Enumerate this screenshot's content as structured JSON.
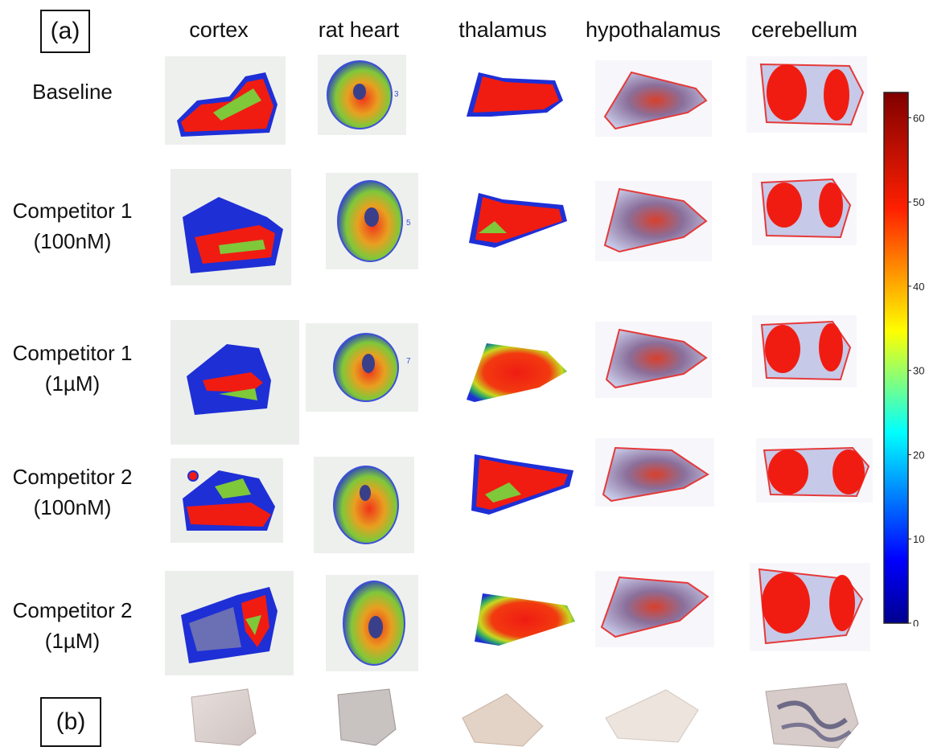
{
  "panel_labels": {
    "a": "(a)",
    "b": "(b)"
  },
  "columns": [
    "cortex",
    "rat heart",
    "thalamus",
    "hypothalamus",
    "cerebellum"
  ],
  "rows": [
    {
      "line1": "Baseline",
      "line2": ""
    },
    {
      "line1": "Competitor 1",
      "line2": "(100nM)"
    },
    {
      "line1": "Competitor 1",
      "line2": "(1µM)"
    },
    {
      "line1": "Competitor 2",
      "line2": "(100nM)"
    },
    {
      "line1": "Competitor 2",
      "line2": "(1µM)"
    }
  ],
  "heart_roi_numbers": [
    "3",
    "5",
    "7",
    "",
    ""
  ],
  "colorbar": {
    "min": 0,
    "max": 63,
    "ticks": [
      "0",
      "10",
      "20",
      "30",
      "40",
      "50",
      "60"
    ],
    "colormap": "jet"
  },
  "colors": {
    "low": "#1e2fd6",
    "mid": "#c9d81f",
    "high": "#f01c12",
    "roi_red": "#e53a3a",
    "roi_blue": "#3d4fd8",
    "tissue": "#d9d0cc"
  }
}
